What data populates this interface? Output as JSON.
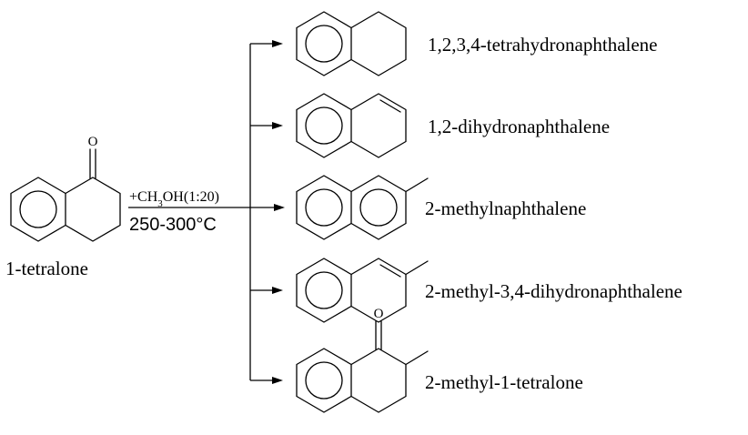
{
  "reactant": {
    "name": "1-tetralone",
    "atom_o": "O"
  },
  "reagent": {
    "prefix": "+CH",
    "sub": "3",
    "suffix": "OH(1:20)"
  },
  "conditions": "250-300°C",
  "products": [
    {
      "name": "1,2,3,4-tetrahydronaphthalene"
    },
    {
      "name": "1,2-dihydronaphthalene"
    },
    {
      "name": "2-methylnaphthalene"
    },
    {
      "name": "2-methyl-3,4-dihydronaphthalene"
    },
    {
      "name": "2-methyl-1-tetralone",
      "atom_o": "O"
    }
  ]
}
